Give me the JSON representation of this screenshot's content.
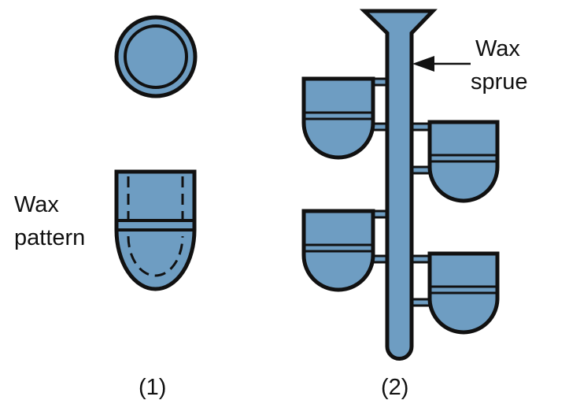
{
  "labels": {
    "wax_pattern_line1": "Wax",
    "wax_pattern_line2": "pattern",
    "wax_sprue_line1": "Wax",
    "wax_sprue_line2": "sprue",
    "step1": "(1)",
    "step2": "(2)"
  },
  "colors": {
    "wax": "#6e9dc2",
    "outline": "#111111"
  }
}
